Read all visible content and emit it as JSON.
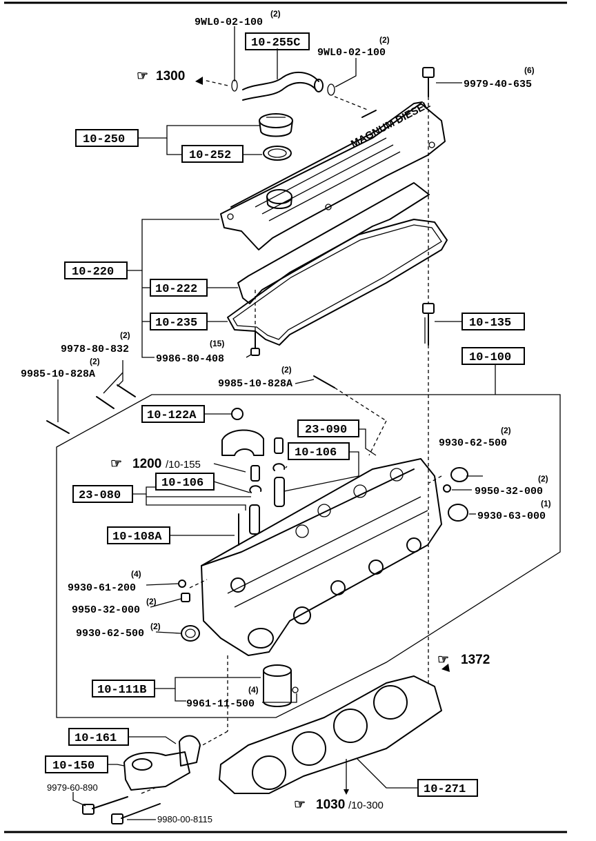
{
  "callouts": [
    {
      "id": "c-9wl0-top",
      "text": "9WL0-02-100",
      "qty": "(2)"
    },
    {
      "id": "c-10-255c",
      "text": "10-255C",
      "boxed": true
    },
    {
      "id": "c-9wl0-right",
      "text": "9WL0-02-100",
      "qty": "(2)"
    },
    {
      "id": "c-1300",
      "ref": "1300",
      "suffix": ""
    },
    {
      "id": "c-9979-40-635",
      "text": "9979-40-635",
      "qty": "(6)"
    },
    {
      "id": "c-10-250",
      "text": "10-250",
      "boxed": true
    },
    {
      "id": "c-10-252",
      "text": "10-252",
      "boxed": true
    },
    {
      "id": "c-10-220",
      "text": "10-220",
      "boxed": true
    },
    {
      "id": "c-10-222",
      "text": "10-222",
      "boxed": true
    },
    {
      "id": "c-10-235",
      "text": "10-235",
      "boxed": true
    },
    {
      "id": "c-10-135",
      "text": "10-135",
      "boxed": true
    },
    {
      "id": "c-9986-80-408",
      "text": "9986-80-408",
      "qty": "(15)"
    },
    {
      "id": "c-10-100",
      "text": "10-100",
      "boxed": true
    },
    {
      "id": "c-9978-80-832",
      "text": "9978-80-832",
      "qty": "(2)"
    },
    {
      "id": "c-9985-left",
      "text": "9985-10-828A",
      "qty": "(2)"
    },
    {
      "id": "c-9985-mid",
      "text": "9985-10-828A",
      "qty": "(2)"
    },
    {
      "id": "c-10-122a",
      "text": "10-122A",
      "boxed": true
    },
    {
      "id": "c-23-090",
      "text": "23-090",
      "boxed": true
    },
    {
      "id": "c-10-106-a",
      "text": "10-106",
      "boxed": true
    },
    {
      "id": "c-1200",
      "ref": "1200",
      "suffix": "/10-155"
    },
    {
      "id": "c-10-106-b",
      "text": "10-106",
      "boxed": true
    },
    {
      "id": "c-23-080",
      "text": "23-080",
      "boxed": true
    },
    {
      "id": "c-9930-62-500-r",
      "text": "9930-62-500",
      "qty": "(2)"
    },
    {
      "id": "c-9950-32-000-r",
      "text": "9950-32-000",
      "qty": "(2)"
    },
    {
      "id": "c-9930-63-000",
      "text": "9930-63-000",
      "qty": "(1)"
    },
    {
      "id": "c-10-108a",
      "text": "10-108A",
      "boxed": true
    },
    {
      "id": "c-9930-61-200",
      "text": "9930-61-200",
      "qty": "(4)"
    },
    {
      "id": "c-9950-32-000-l",
      "text": "9950-32-000",
      "qty": "(2)"
    },
    {
      "id": "c-9930-62-500-l",
      "text": "9930-62-500",
      "qty": "(2)"
    },
    {
      "id": "c-1372",
      "ref": "1372",
      "suffix": ""
    },
    {
      "id": "c-10-111b",
      "text": "10-111B",
      "boxed": true
    },
    {
      "id": "c-9961-11-500",
      "text": "9961-11-500",
      "qty": "(4)"
    },
    {
      "id": "c-10-161",
      "text": "10-161",
      "boxed": true
    },
    {
      "id": "c-10-150",
      "text": "10-150",
      "boxed": true
    },
    {
      "id": "c-9979-60-890",
      "text": "9979-60-890"
    },
    {
      "id": "c-9980-00-8115",
      "text": "9980-00-8115"
    },
    {
      "id": "c-10-271",
      "text": "10-271",
      "boxed": true
    },
    {
      "id": "c-1030",
      "ref": "1030",
      "suffix": "/10-300"
    }
  ],
  "cover_lettering": "MAGNUM DIESEL",
  "ref_glyph": "☞"
}
